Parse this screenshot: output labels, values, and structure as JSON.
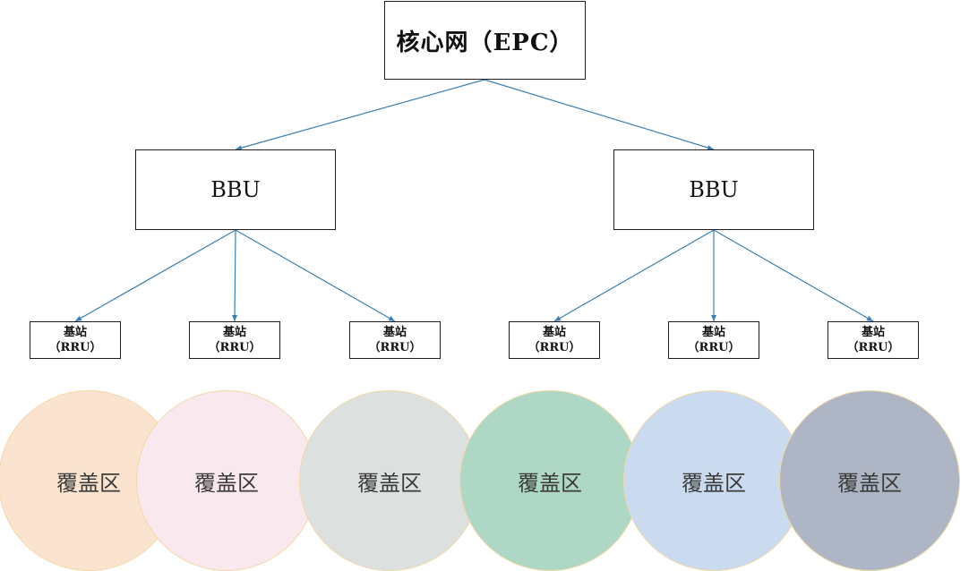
{
  "core": {
    "label": "核心网（EPC）"
  },
  "bbus": [
    {
      "label": "BBU"
    },
    {
      "label": "BBU"
    }
  ],
  "stations": [
    {
      "line1": "基站",
      "line2": "（RRU）"
    },
    {
      "line1": "基站",
      "line2": "（RRU）"
    },
    {
      "line1": "基站",
      "line2": "（RRU）"
    },
    {
      "line1": "基站",
      "line2": "（RRU）"
    },
    {
      "line1": "基站",
      "line2": "（RRU）"
    },
    {
      "line1": "基站",
      "line2": "（RRU）"
    }
  ],
  "coverage": [
    {
      "label": "覆盖区",
      "fill": "#fbe4cf"
    },
    {
      "label": "覆盖区",
      "fill": "#f9e8ee"
    },
    {
      "label": "覆盖区",
      "fill": "#dce0df"
    },
    {
      "label": "覆盖区",
      "fill": "#aed8c5"
    },
    {
      "label": "覆盖区",
      "fill": "#cadaef"
    },
    {
      "label": "覆盖区",
      "fill": "#aeb5c4"
    }
  ],
  "colors": {
    "connector": "#3a7fb5",
    "box_border": "#1f1f1f",
    "circle_border": "#f2d8a6"
  }
}
